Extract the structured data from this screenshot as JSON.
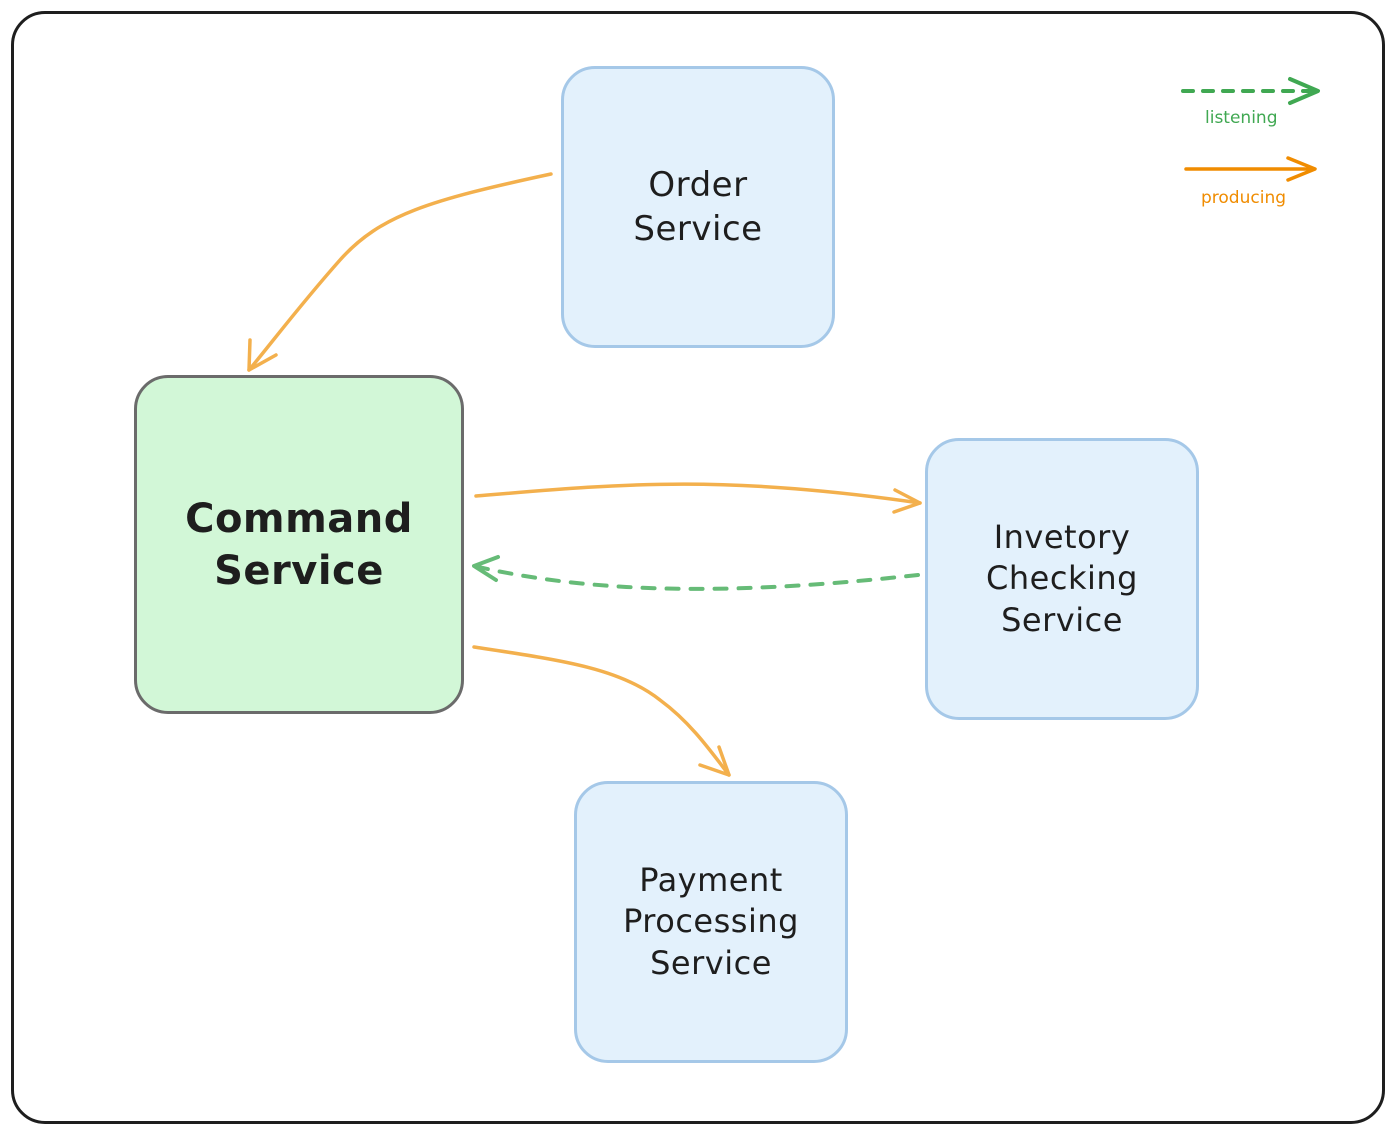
{
  "nodes": {
    "order": {
      "label": "Order\nService"
    },
    "command": {
      "label": "Command\nService"
    },
    "inventory": {
      "label": "Invetory\nChecking\nService"
    },
    "payment": {
      "label": "Payment\nProcessing\nService"
    }
  },
  "legend": {
    "listening": {
      "label": "listening",
      "color": "#40a852"
    },
    "producing": {
      "label": "producing",
      "color": "#f08c00"
    }
  },
  "edges": [
    {
      "from": "order",
      "to": "command",
      "kind": "producing"
    },
    {
      "from": "command",
      "to": "inventory",
      "kind": "producing"
    },
    {
      "from": "inventory",
      "to": "command",
      "kind": "listening"
    },
    {
      "from": "command",
      "to": "payment",
      "kind": "producing"
    }
  ],
  "colors": {
    "producing_line": "#f3b04d",
    "listening_line": "#66bb77",
    "node_fill_blue": "#e3f1fc",
    "node_stroke_blue": "#a5c8e8",
    "node_fill_green": "#d2f7d7",
    "node_stroke_green": "#6b6b6b"
  }
}
